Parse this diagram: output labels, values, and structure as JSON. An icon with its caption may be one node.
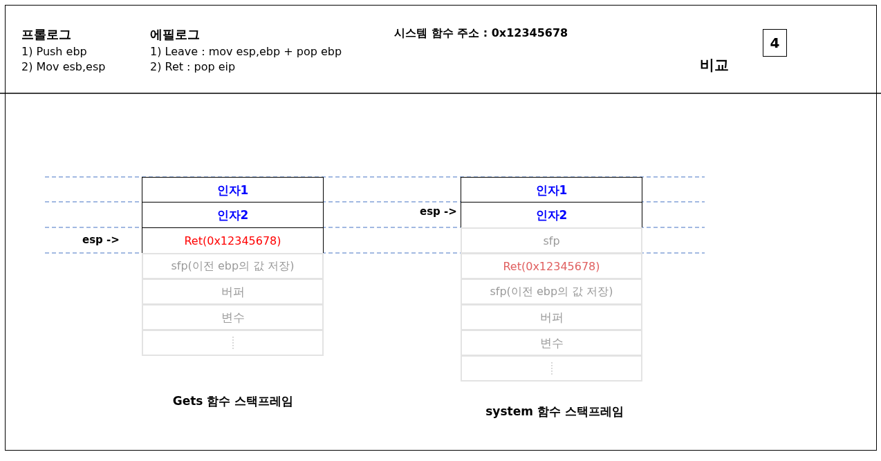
{
  "diagram": {
    "nodes": [
      {
        "text": [
          "4"
        ]
      },
      {
        "text": [
          "인자1"
        ]
      },
      {
        "text": [
          "인자2"
        ]
      },
      {
        "text": [
          "Ret(0x12345678)"
        ]
      },
      {
        "text": [
          "sfp(이전 ebp의 값 저장)"
        ]
      },
      {
        "text": [
          "버퍼"
        ]
      },
      {
        "text": [
          "변수"
        ]
      },
      {
        "text": [],
        "shape": "box"
      },
      {
        "text": [
          "인자1"
        ]
      },
      {
        "text": [
          "인자2"
        ]
      },
      {
        "text": [
          "sfp"
        ]
      },
      {
        "text": [
          "Ret(0x12345678)"
        ]
      },
      {
        "text": [
          "sfp(이전 ebp의 값 저장)"
        ]
      },
      {
        "text": [
          "버퍼"
        ]
      },
      {
        "text": [
          "변수"
        ]
      },
      {
        "text": [],
        "shape": "box"
      }
    ],
    "labels": [
      "프롤로그",
      "1) Push ebp",
      "2) Mov esb,esp",
      "에필로그",
      "1) Leave : mov esp,ebp + pop ebp",
      "2) Ret : pop eip",
      "시스템 함수 주소 : 0x12345678",
      "비교",
      "esp ->",
      "esp ->",
      "Gets 함수 스택프레임",
      "system 함수 스택프레임"
    ]
  }
}
